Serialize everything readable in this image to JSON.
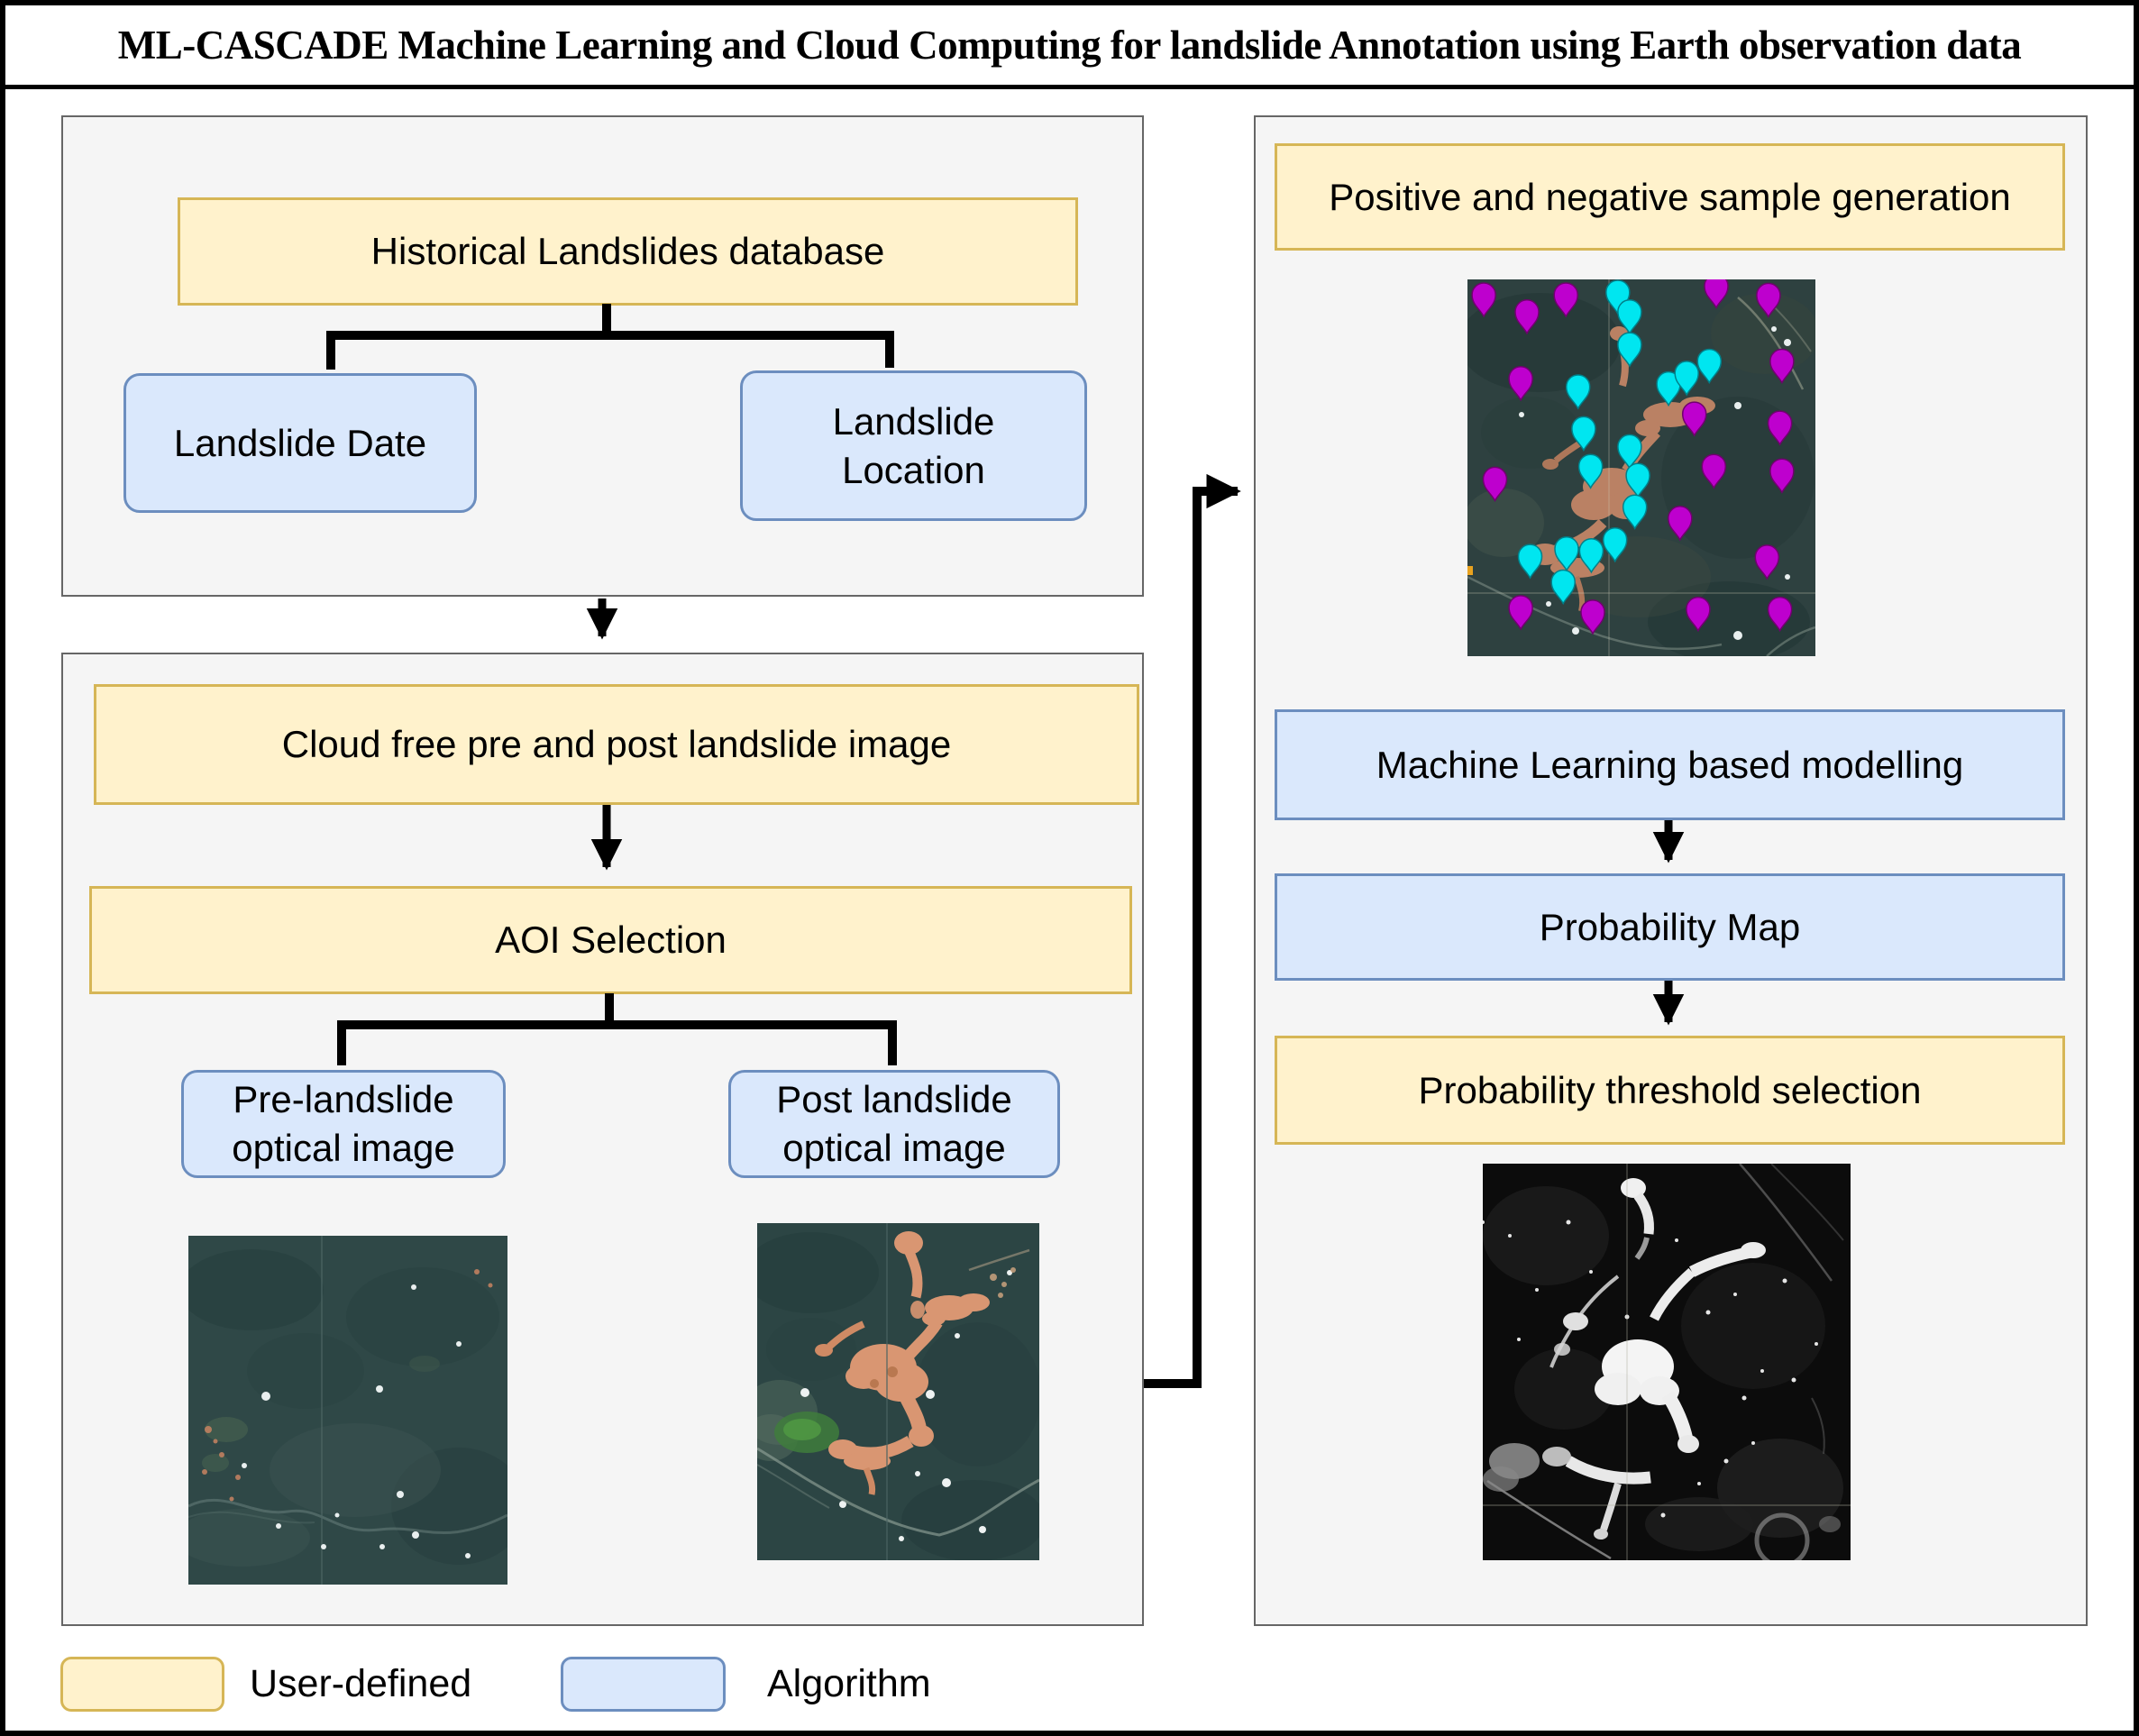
{
  "title": "ML-CASCADE Machine Learning and Cloud Computing for landslide Annotation using Earth observation data",
  "panel_database": {
    "header": "Historical Landslides database",
    "date_label": "Landslide Date",
    "location_label": "Landslide Location"
  },
  "panel_aoi": {
    "cloud_free_label": "Cloud free pre and post landslide image",
    "aoi_label": "AOI Selection",
    "pre_label": "Pre-landslide optical image",
    "post_label": "Post landslide optical image"
  },
  "panel_model": {
    "sample_label": "Positive and negative sample generation",
    "ml_label": "Machine Learning based modelling",
    "probability_label": "Probability Map",
    "threshold_label": "Probability threshold selection"
  },
  "legend": {
    "user_defined": "User-defined",
    "algorithm": "Algorithm"
  },
  "colors": {
    "user_defined_fill": "#FFF2CC",
    "user_defined_border": "#D6B656",
    "algorithm_fill": "#DAE8FC",
    "algorithm_border": "#6C8EBF",
    "panel_fill": "#F5F5F5",
    "panel_border": "#666666",
    "connector": "#000000",
    "positive_sample_pin": "#00E6F0",
    "negative_sample_pin": "#BE00CE"
  },
  "sample_map": {
    "positive_pins": [
      [
        0.432,
        0.091
      ],
      [
        0.466,
        0.143
      ],
      [
        0.466,
        0.23
      ],
      [
        0.578,
        0.334
      ],
      [
        0.63,
        0.306
      ],
      [
        0.695,
        0.274
      ],
      [
        0.318,
        0.342
      ],
      [
        0.334,
        0.453
      ],
      [
        0.354,
        0.553
      ],
      [
        0.466,
        0.501
      ],
      [
        0.49,
        0.577
      ],
      [
        0.481,
        0.661
      ],
      [
        0.424,
        0.748
      ],
      [
        0.356,
        0.777
      ],
      [
        0.285,
        0.772
      ],
      [
        0.18,
        0.792
      ],
      [
        0.275,
        0.86
      ]
    ],
    "negative_pins": [
      [
        0.047,
        0.098
      ],
      [
        0.171,
        0.143
      ],
      [
        0.283,
        0.098
      ],
      [
        0.715,
        0.075
      ],
      [
        0.865,
        0.099
      ],
      [
        0.153,
        0.32
      ],
      [
        0.904,
        0.274
      ],
      [
        0.652,
        0.414
      ],
      [
        0.898,
        0.438
      ],
      [
        0.079,
        0.587
      ],
      [
        0.708,
        0.553
      ],
      [
        0.904,
        0.565
      ],
      [
        0.611,
        0.691
      ],
      [
        0.861,
        0.794
      ],
      [
        0.153,
        0.928
      ],
      [
        0.36,
        0.94
      ],
      [
        0.663,
        0.932
      ],
      [
        0.898,
        0.932
      ]
    ]
  }
}
